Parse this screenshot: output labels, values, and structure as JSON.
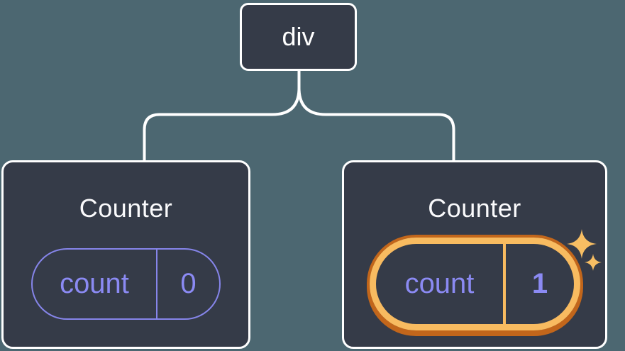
{
  "diagram": {
    "root": {
      "label": "div"
    },
    "children": [
      {
        "title": "Counter",
        "state": {
          "label": "count",
          "value": "0"
        },
        "highlighted": false
      },
      {
        "title": "Counter",
        "state": {
          "label": "count",
          "value": "1"
        },
        "highlighted": true
      }
    ]
  },
  "colors": {
    "background": "#4C6771",
    "node_fill": "#353B48",
    "node_border": "#FFFFFF",
    "connector": "#FFFFFF",
    "state_text": "#8B8AF3",
    "state_pill_border": "#8685EA",
    "highlight_band": "#F8BB60",
    "highlight_edge": "#C2661B",
    "sparkle": "#F7BE63"
  },
  "icons": {
    "sparkle": "sparkle-icon"
  }
}
